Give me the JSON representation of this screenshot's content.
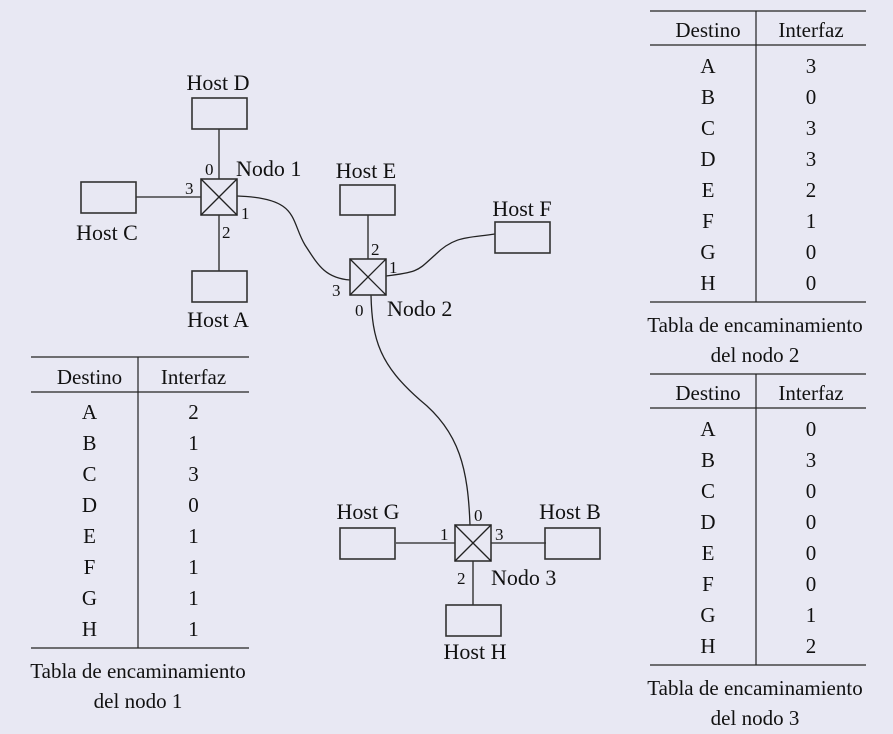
{
  "diagram": {
    "title": "",
    "nodes": [
      {
        "id": "nodo1",
        "label": "Nodo 1",
        "ports": {
          "0": "Host D",
          "1": "Nodo 2",
          "2": "Host A",
          "3": "Host C"
        }
      },
      {
        "id": "nodo2",
        "label": "Nodo 2",
        "ports": {
          "0": "Nodo 3",
          "1": "Host F",
          "2": "Host E",
          "3": "Nodo 1"
        }
      },
      {
        "id": "nodo3",
        "label": "Nodo 3",
        "ports": {
          "0": "Nodo 2",
          "1": "Host G",
          "2": "Host H",
          "3": "Host B"
        }
      }
    ],
    "hosts": {
      "A": "Host A",
      "B": "Host B",
      "C": "Host C",
      "D": "Host D",
      "E": "Host E",
      "F": "Host F",
      "G": "Host G",
      "H": "Host H"
    },
    "port_labels": {
      "n1": {
        "p0": "0",
        "p1": "1",
        "p2": "2",
        "p3": "3"
      },
      "n2": {
        "p0": "0",
        "p1": "1",
        "p2": "2",
        "p3": "3"
      },
      "n3": {
        "p0": "0",
        "p1": "1",
        "p2": "2",
        "p3": "3"
      }
    },
    "node_labels": {
      "n1": "Nodo 1",
      "n2": "Nodo 2",
      "n3": "Nodo 3"
    }
  },
  "tables": {
    "headers": {
      "destino": "Destino",
      "interfaz": "Interfaz"
    },
    "nodo1": {
      "caption_line1": "Tabla de encaminamiento",
      "caption_line2": "del nodo 1",
      "rows": [
        {
          "dest": "A",
          "iface": "2"
        },
        {
          "dest": "B",
          "iface": "1"
        },
        {
          "dest": "C",
          "iface": "3"
        },
        {
          "dest": "D",
          "iface": "0"
        },
        {
          "dest": "E",
          "iface": "1"
        },
        {
          "dest": "F",
          "iface": "1"
        },
        {
          "dest": "G",
          "iface": "1"
        },
        {
          "dest": "H",
          "iface": "1"
        }
      ]
    },
    "nodo2": {
      "caption_line1": "Tabla de encaminamiento",
      "caption_line2": "del nodo 2",
      "rows": [
        {
          "dest": "A",
          "iface": "3"
        },
        {
          "dest": "B",
          "iface": "0"
        },
        {
          "dest": "C",
          "iface": "3"
        },
        {
          "dest": "D",
          "iface": "3"
        },
        {
          "dest": "E",
          "iface": "2"
        },
        {
          "dest": "F",
          "iface": "1"
        },
        {
          "dest": "G",
          "iface": "0"
        },
        {
          "dest": "H",
          "iface": "0"
        }
      ]
    },
    "nodo3": {
      "caption_line1": "Tabla de encaminamiento",
      "caption_line2": "del nodo 3",
      "rows": [
        {
          "dest": "A",
          "iface": "0"
        },
        {
          "dest": "B",
          "iface": "3"
        },
        {
          "dest": "C",
          "iface": "0"
        },
        {
          "dest": "D",
          "iface": "0"
        },
        {
          "dest": "E",
          "iface": "0"
        },
        {
          "dest": "F",
          "iface": "0"
        },
        {
          "dest": "G",
          "iface": "1"
        },
        {
          "dest": "H",
          "iface": "2"
        }
      ]
    }
  }
}
